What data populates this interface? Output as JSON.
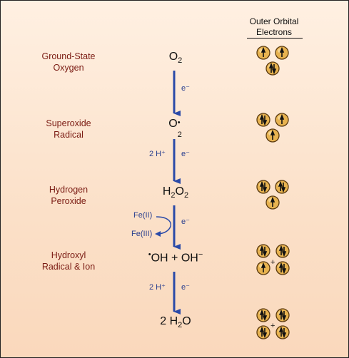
{
  "header": {
    "line1": "Outer Orbital",
    "line2": "Electrons"
  },
  "stages": [
    {
      "name1": "Ground-State",
      "name2": "Oxygen"
    },
    {
      "name1": "Superoxide",
      "name2": "Radical"
    },
    {
      "name1": "Hydrogen",
      "name2": "Peroxide"
    },
    {
      "name1": "Hydroxyl",
      "name2": "Radical & Ion"
    }
  ],
  "chem": {
    "o2": "O",
    "o2_sub": "2",
    "superoxide": "O",
    "superoxide_sub": "2",
    "superoxide_sup": "•",
    "h2o2_h": "H",
    "h2o2_sub1": "2",
    "h2o2_o": "O",
    "h2o2_sub2": "2",
    "oh_dot": "•",
    "oh_text": "OH + OH",
    "oh_minus": "−",
    "water_coef": "2 H",
    "water_sub": "2",
    "water_o": "O"
  },
  "labels": {
    "e1": "e⁻",
    "e2": "e⁻",
    "e3": "e⁻",
    "e4": "e⁻",
    "h1": "2 H⁺",
    "h2": "2 H⁺",
    "fe2": "Fe(II)",
    "fe3": "Fe(III)",
    "plus1": "+",
    "plus2": "+"
  },
  "colors": {
    "arrow": "#2a4aa8",
    "stage_text": "#7a1a12",
    "orbital_fill": "#e8b350",
    "orbital_stroke": "#5a3a10"
  }
}
